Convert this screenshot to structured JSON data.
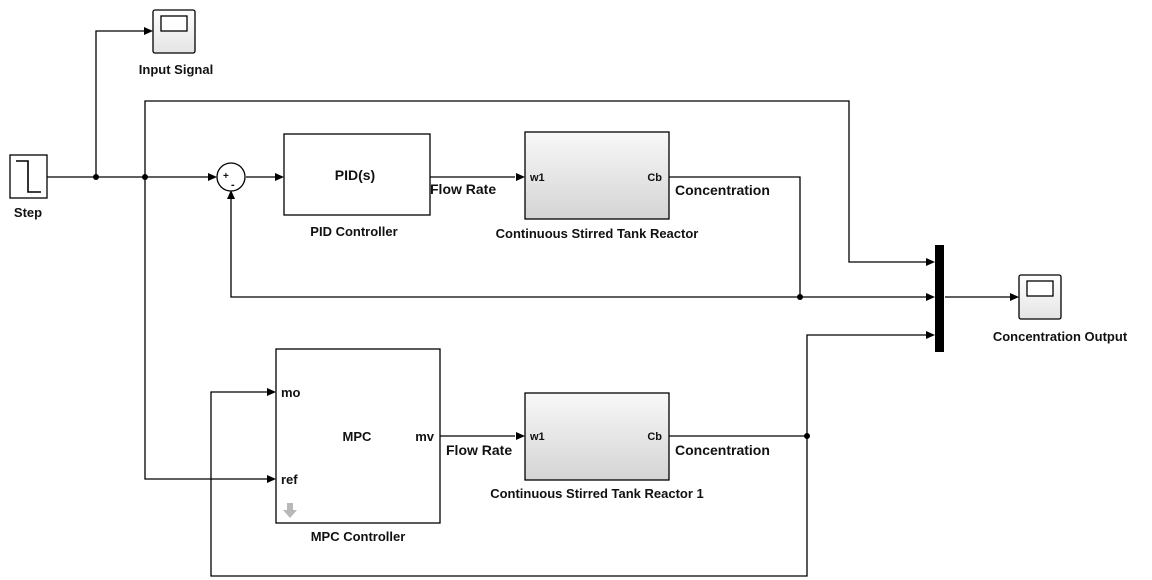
{
  "blocks": {
    "step": {
      "label": "Step"
    },
    "input_scope": {
      "label": "Input Signal"
    },
    "sum": {
      "plus_sign": "+",
      "minus_sign": "-"
    },
    "pid": {
      "text": "PID(s)",
      "label": "PID Controller"
    },
    "cstr": {
      "label": "Continuous Stirred Tank Reactor",
      "in_port": "w1",
      "out_port": "Cb"
    },
    "mpc": {
      "text": "MPC",
      "label": "MPC Controller",
      "port_mo": "mo",
      "port_ref": "ref",
      "port_mv": "mv"
    },
    "cstr1": {
      "label": "Continuous Stirred Tank Reactor 1",
      "in_port": "w1",
      "out_port": "Cb"
    },
    "output_scope": {
      "label": "Concentration Output"
    }
  },
  "signals": {
    "pid_flow": "Flow Rate",
    "pid_conc": "Concentration",
    "mpc_flow": "Flow Rate",
    "mpc_conc": "Concentration"
  },
  "colors": {
    "cstr_fill_top": "#f8f8f8",
    "cstr_fill_bottom": "#d4d4d4",
    "mux": "#000000",
    "disabled_arrow": "#b8b8b8"
  }
}
